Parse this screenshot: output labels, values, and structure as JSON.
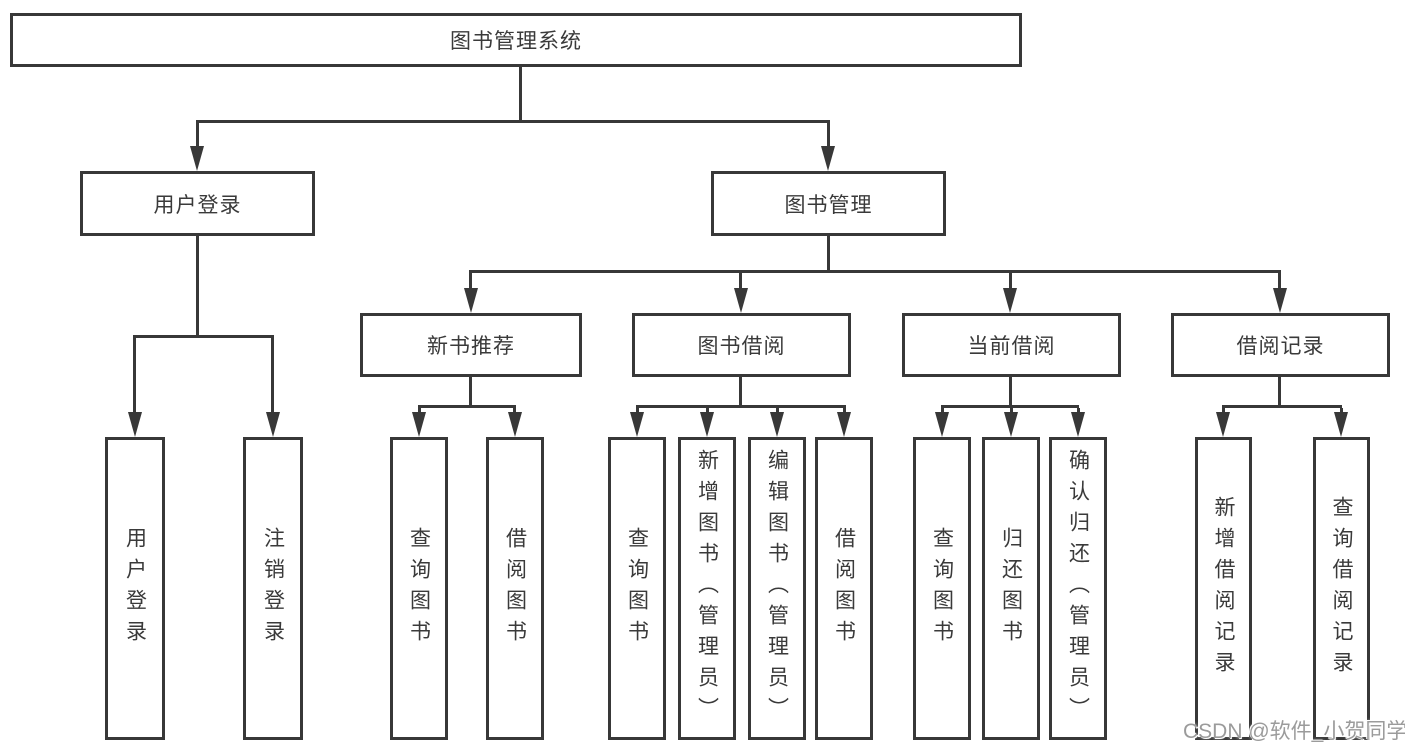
{
  "diagram": {
    "type": "tree",
    "root": "图书管理系统",
    "level1": [
      "用户登录",
      "图书管理"
    ],
    "level2": [
      "新书推荐",
      "图书借阅",
      "当前借阅",
      "借阅记录"
    ],
    "leaves": {
      "user_login": [
        "用户登录",
        "注销登录"
      ],
      "new_books": [
        "查询图书",
        "借阅图书"
      ],
      "borrow": [
        "查询图书",
        "新增图书（管理员）",
        "编辑图书（管理员）",
        "借阅图书"
      ],
      "current": [
        "查询图书",
        "归还图书",
        "确认归还（管理员）"
      ],
      "records": [
        "新增借阅记录",
        "查询借阅记录"
      ]
    },
    "watermark": "CSDN @软件_小贺同学",
    "colors": {
      "line": "#383838",
      "box_border": "#383838",
      "text": "#3a3a3a",
      "watermark": "#9b9b9b",
      "background": "#ffffff"
    }
  }
}
